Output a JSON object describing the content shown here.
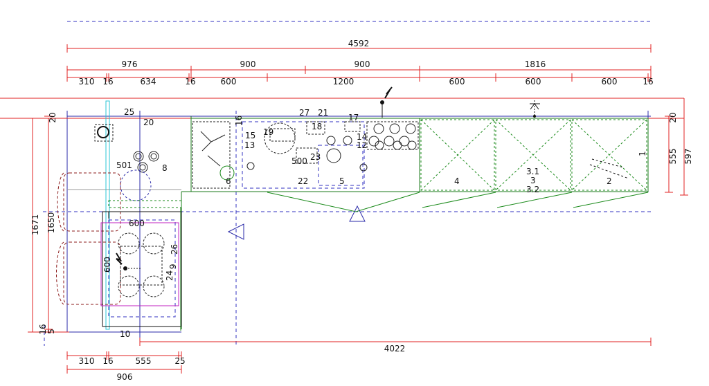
{
  "dimensions": {
    "top_total": "4592",
    "top_groups": [
      "976",
      "900",
      "900",
      "1816"
    ],
    "top_parts": [
      "310",
      "16",
      "634",
      "16",
      "600",
      "1200",
      "600",
      "600",
      "600",
      "16"
    ],
    "bottom_parts": [
      "310",
      "16",
      "555",
      "25"
    ],
    "bottom_total": "906",
    "bottom_run": "4022",
    "left_outer": "1671",
    "left_inner": "1650",
    "left_top": "20",
    "left_bottom_a": "16",
    "left_bottom_b": "5",
    "right_top": "20",
    "right_depth": "555",
    "right_total": "597"
  },
  "labels": {
    "l25": "25",
    "l20": "20",
    "l501": "501",
    "l8": "8",
    "l6": "6",
    "l15": "15",
    "l13": "13",
    "l19": "19",
    "l16": "16",
    "l27": "27",
    "l21": "21",
    "l17": "17",
    "l18": "18",
    "l14": "14",
    "l12": "12",
    "l500": "500",
    "l23": "23",
    "l22": "22",
    "l5": "5",
    "l4": "4",
    "l31": "3.1",
    "l3": "3",
    "l32": "3.2",
    "l2": "2",
    "l1": "1",
    "l600": "600",
    "l600v": "600",
    "l26": "26",
    "l9": "9",
    "l24": "24",
    "l10": "10"
  },
  "colors": {
    "dimension": "#e02020",
    "wall": "#2a2aa8",
    "counter": "#1a7a1a",
    "chair": "#8b1a1a",
    "accent_cyan": "#29c4d4",
    "accent_magenta": "#c020c0"
  },
  "icons": [
    "electrical-outlet-icon",
    "ceiling-light-icon",
    "view-direction-triangle-icon"
  ]
}
